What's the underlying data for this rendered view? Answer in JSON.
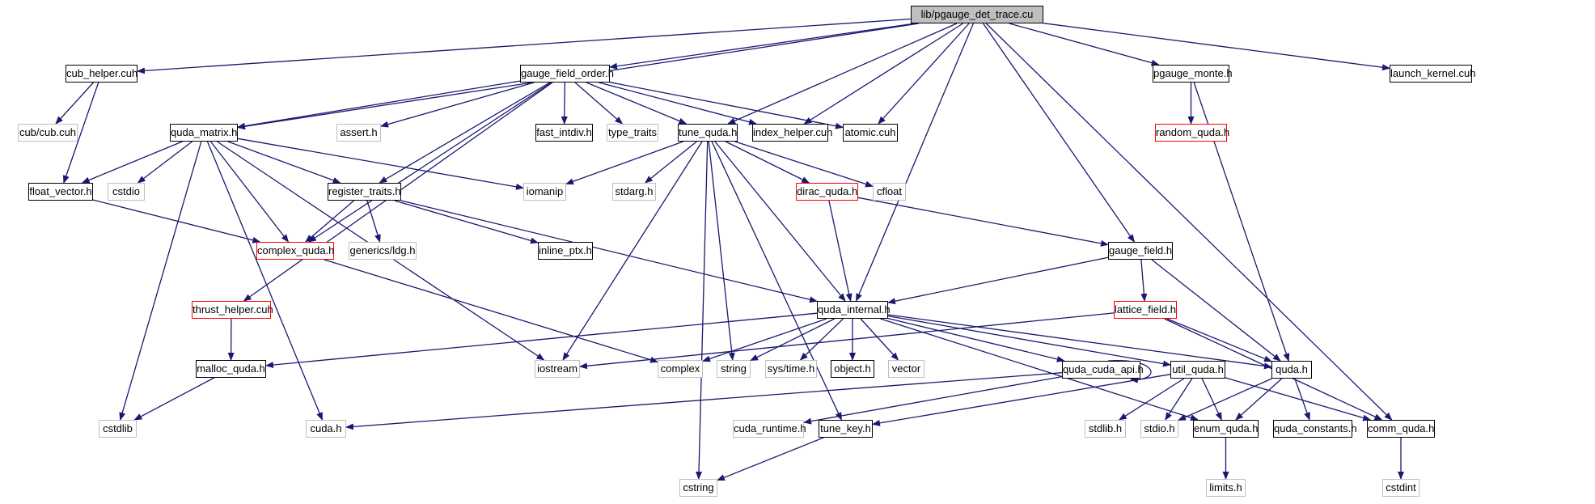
{
  "graph": {
    "title": "lib/pgauge_det_trace.cu",
    "colors": {
      "edge": "#191970",
      "normal_border": "#000000",
      "system_border": "#bfbfbf",
      "truncated_border": "#ff0000",
      "root_fill": "#bfbfbf"
    },
    "nodes": {
      "root": {
        "label": "lib/pgauge_det_trace.cu",
        "kind": "root"
      },
      "cub_helper": {
        "label": "cub_helper.cuh",
        "kind": "normal"
      },
      "gauge_field_order": {
        "label": "gauge_field_order.h",
        "kind": "normal"
      },
      "pgauge_monte": {
        "label": "pgauge_monte.h",
        "kind": "normal"
      },
      "launch_kernel": {
        "label": "launch_kernel.cuh",
        "kind": "normal"
      },
      "cub_cub": {
        "label": "cub/cub.cuh",
        "kind": "system"
      },
      "quda_matrix": {
        "label": "quda_matrix.h",
        "kind": "normal"
      },
      "assert": {
        "label": "assert.h",
        "kind": "system"
      },
      "fast_intdiv": {
        "label": "fast_intdiv.h",
        "kind": "normal"
      },
      "type_traits": {
        "label": "type_traits",
        "kind": "system"
      },
      "tune_quda": {
        "label": "tune_quda.h",
        "kind": "normal"
      },
      "index_helper": {
        "label": "index_helper.cuh",
        "kind": "normal"
      },
      "atomic": {
        "label": "atomic.cuh",
        "kind": "normal"
      },
      "random_quda": {
        "label": "random_quda.h",
        "kind": "truncated"
      },
      "float_vector": {
        "label": "float_vector.h",
        "kind": "normal"
      },
      "cstdio": {
        "label": "cstdio",
        "kind": "system"
      },
      "register_traits": {
        "label": "register_traits.h",
        "kind": "normal"
      },
      "iomanip": {
        "label": "iomanip",
        "kind": "system"
      },
      "stdarg": {
        "label": "stdarg.h",
        "kind": "system"
      },
      "dirac_quda": {
        "label": "dirac_quda.h",
        "kind": "truncated"
      },
      "cfloat": {
        "label": "cfloat",
        "kind": "system"
      },
      "complex_quda": {
        "label": "complex_quda.h",
        "kind": "truncated"
      },
      "generics_ldg": {
        "label": "generics/ldg.h",
        "kind": "system"
      },
      "inline_ptx": {
        "label": "inline_ptx.h",
        "kind": "normal"
      },
      "gauge_field": {
        "label": "gauge_field.h",
        "kind": "normal"
      },
      "thrust_helper": {
        "label": "thrust_helper.cuh",
        "kind": "truncated"
      },
      "quda_internal": {
        "label": "quda_internal.h",
        "kind": "normal"
      },
      "lattice_field": {
        "label": "lattice_field.h",
        "kind": "truncated"
      },
      "malloc_quda": {
        "label": "malloc_quda.h",
        "kind": "normal"
      },
      "iostream": {
        "label": "iostream",
        "kind": "system"
      },
      "complex": {
        "label": "complex",
        "kind": "system"
      },
      "string": {
        "label": "string",
        "kind": "system"
      },
      "sys_time": {
        "label": "sys/time.h",
        "kind": "system"
      },
      "object": {
        "label": "object.h",
        "kind": "normal"
      },
      "vector": {
        "label": "vector",
        "kind": "system"
      },
      "quda_cuda_api": {
        "label": "quda_cuda_api.h",
        "kind": "normal"
      },
      "util_quda": {
        "label": "util_quda.h",
        "kind": "normal"
      },
      "quda": {
        "label": "quda.h",
        "kind": "normal"
      },
      "cstdlib": {
        "label": "cstdlib",
        "kind": "system"
      },
      "cuda": {
        "label": "cuda.h",
        "kind": "system"
      },
      "cuda_runtime": {
        "label": "cuda_runtime.h",
        "kind": "system"
      },
      "tune_key": {
        "label": "tune_key.h",
        "kind": "normal"
      },
      "stdlib": {
        "label": "stdlib.h",
        "kind": "system"
      },
      "stdio": {
        "label": "stdio.h",
        "kind": "system"
      },
      "enum_quda": {
        "label": "enum_quda.h",
        "kind": "normal"
      },
      "quda_constants": {
        "label": "quda_constants.h",
        "kind": "normal"
      },
      "comm_quda": {
        "label": "comm_quda.h",
        "kind": "normal"
      },
      "cstring": {
        "label": "cstring",
        "kind": "system"
      },
      "limits": {
        "label": "limits.h",
        "kind": "system"
      },
      "cstdint": {
        "label": "cstdint",
        "kind": "system"
      }
    },
    "edges": [
      [
        "root",
        "cub_helper"
      ],
      [
        "root",
        "gauge_field_order"
      ],
      [
        "root",
        "quda_matrix"
      ],
      [
        "root",
        "tune_quda"
      ],
      [
        "root",
        "index_helper"
      ],
      [
        "root",
        "atomic"
      ],
      [
        "root",
        "quda_internal"
      ],
      [
        "root",
        "gauge_field"
      ],
      [
        "root",
        "pgauge_monte"
      ],
      [
        "root",
        "launch_kernel"
      ],
      [
        "root",
        "comm_quda"
      ],
      [
        "cub_helper",
        "cub_cub"
      ],
      [
        "cub_helper",
        "float_vector"
      ],
      [
        "gauge_field_order",
        "quda_matrix"
      ],
      [
        "gauge_field_order",
        "assert"
      ],
      [
        "gauge_field_order",
        "fast_intdiv"
      ],
      [
        "gauge_field_order",
        "type_traits"
      ],
      [
        "gauge_field_order",
        "tune_quda"
      ],
      [
        "gauge_field_order",
        "index_helper"
      ],
      [
        "gauge_field_order",
        "atomic"
      ],
      [
        "gauge_field_order",
        "register_traits"
      ],
      [
        "gauge_field_order",
        "complex_quda"
      ],
      [
        "gauge_field_order",
        "thrust_helper"
      ],
      [
        "pgauge_monte",
        "random_quda"
      ],
      [
        "pgauge_monte",
        "quda"
      ],
      [
        "quda_matrix",
        "float_vector"
      ],
      [
        "quda_matrix",
        "cstdio"
      ],
      [
        "quda_matrix",
        "register_traits"
      ],
      [
        "quda_matrix",
        "iomanip"
      ],
      [
        "quda_matrix",
        "complex_quda"
      ],
      [
        "quda_matrix",
        "cstdlib"
      ],
      [
        "quda_matrix",
        "cuda"
      ],
      [
        "quda_matrix",
        "iostream"
      ],
      [
        "float_vector",
        "complex_quda"
      ],
      [
        "register_traits",
        "complex_quda"
      ],
      [
        "register_traits",
        "generics_ldg"
      ],
      [
        "register_traits",
        "inline_ptx"
      ],
      [
        "register_traits",
        "quda_internal"
      ],
      [
        "tune_quda",
        "iomanip"
      ],
      [
        "tune_quda",
        "stdarg"
      ],
      [
        "tune_quda",
        "dirac_quda"
      ],
      [
        "tune_quda",
        "cfloat"
      ],
      [
        "tune_quda",
        "iostream"
      ],
      [
        "tune_quda",
        "string"
      ],
      [
        "tune_quda",
        "cstring"
      ],
      [
        "tune_quda",
        "quda_internal"
      ],
      [
        "tune_quda",
        "tune_key"
      ],
      [
        "dirac_quda",
        "quda_internal"
      ],
      [
        "dirac_quda",
        "gauge_field"
      ],
      [
        "complex_quda",
        "complex"
      ],
      [
        "thrust_helper",
        "malloc_quda"
      ],
      [
        "gauge_field",
        "quda_internal"
      ],
      [
        "gauge_field",
        "lattice_field"
      ],
      [
        "gauge_field",
        "quda"
      ],
      [
        "lattice_field",
        "iostream"
      ],
      [
        "lattice_field",
        "quda"
      ],
      [
        "lattice_field",
        "comm_quda"
      ],
      [
        "quda_internal",
        "malloc_quda"
      ],
      [
        "quda_internal",
        "complex"
      ],
      [
        "quda_internal",
        "string"
      ],
      [
        "quda_internal",
        "sys_time"
      ],
      [
        "quda_internal",
        "object"
      ],
      [
        "quda_internal",
        "vector"
      ],
      [
        "quda_internal",
        "quda_cuda_api"
      ],
      [
        "quda_internal",
        "util_quda"
      ],
      [
        "quda_internal",
        "quda"
      ],
      [
        "quda_internal",
        "enum_quda"
      ],
      [
        "malloc_quda",
        "cstdlib"
      ],
      [
        "quda_cuda_api",
        "quda_cuda_api"
      ],
      [
        "quda_cuda_api",
        "cuda"
      ],
      [
        "quda_cuda_api",
        "cuda_runtime"
      ],
      [
        "util_quda",
        "tune_key"
      ],
      [
        "util_quda",
        "stdlib"
      ],
      [
        "util_quda",
        "stdio"
      ],
      [
        "util_quda",
        "enum_quda"
      ],
      [
        "util_quda",
        "comm_quda"
      ],
      [
        "quda",
        "stdio"
      ],
      [
        "quda",
        "enum_quda"
      ],
      [
        "quda",
        "quda_constants"
      ],
      [
        "tune_key",
        "cstring"
      ],
      [
        "enum_quda",
        "limits"
      ],
      [
        "comm_quda",
        "cstdint"
      ]
    ]
  }
}
